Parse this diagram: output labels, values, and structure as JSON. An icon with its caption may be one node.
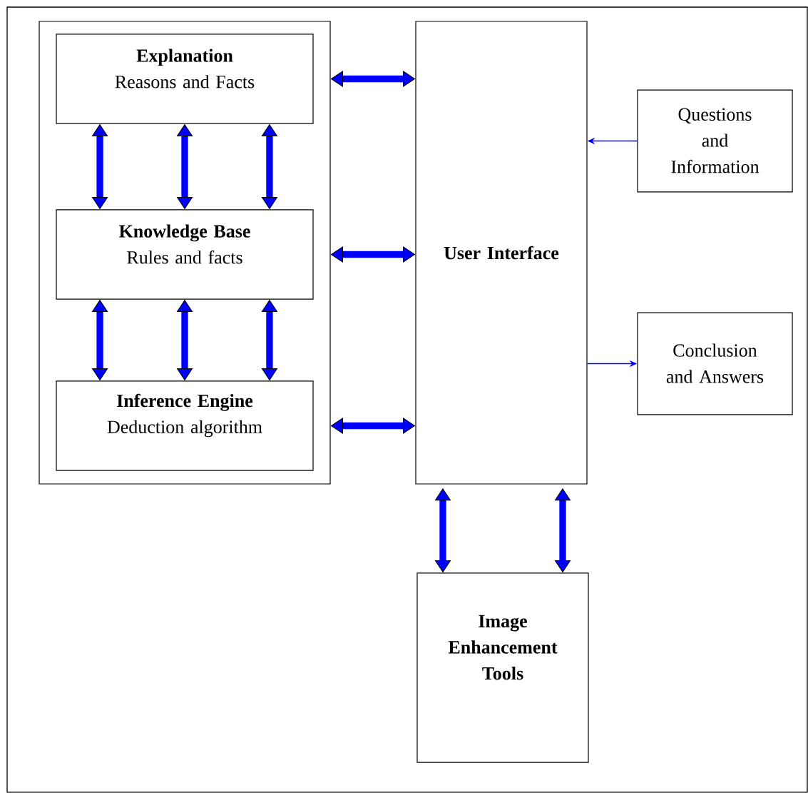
{
  "diagram": {
    "nodes": [
      {
        "text": [],
        "shape": "box"
      },
      {
        "text": [
          "Explanation",
          "Reasons and Facts"
        ],
        "in": 0
      },
      {
        "text": [
          "Knowledge Base",
          "Rules and facts"
        ],
        "in": 0
      },
      {
        "text": [
          "Inference Engine",
          "Deduction algorithm"
        ],
        "in": 0
      },
      {
        "text": [
          "User Interface"
        ]
      },
      {
        "text": [
          "Questions and Information"
        ]
      },
      {
        "text": [
          "Conclusion and Answers"
        ]
      },
      {
        "text": [
          "Image Enhancement Tools"
        ]
      }
    ],
    "edges": [
      {
        "from": 1,
        "to": 4,
        "arrow": "both"
      },
      {
        "from": 1,
        "to": 2,
        "arrow": "both"
      },
      {
        "from": 1,
        "to": 2,
        "arrow": "both"
      },
      {
        "from": 1,
        "to": 2,
        "arrow": "both"
      },
      {
        "from": 5,
        "to": 4,
        "arrow": "to"
      },
      {
        "from": 2,
        "to": 4,
        "arrow": "both"
      },
      {
        "from": 2,
        "to": 3,
        "arrow": "both"
      },
      {
        "from": 2,
        "to": 3,
        "arrow": "both"
      },
      {
        "from": 2,
        "to": 3,
        "arrow": "both"
      },
      {
        "from": 4,
        "to": 6,
        "arrow": "to"
      },
      {
        "from": 3,
        "to": 4,
        "arrow": "both"
      },
      {
        "from": 4,
        "to": 7,
        "arrow": "both"
      },
      {
        "from": 4,
        "to": 7,
        "arrow": "both"
      }
    ]
  }
}
